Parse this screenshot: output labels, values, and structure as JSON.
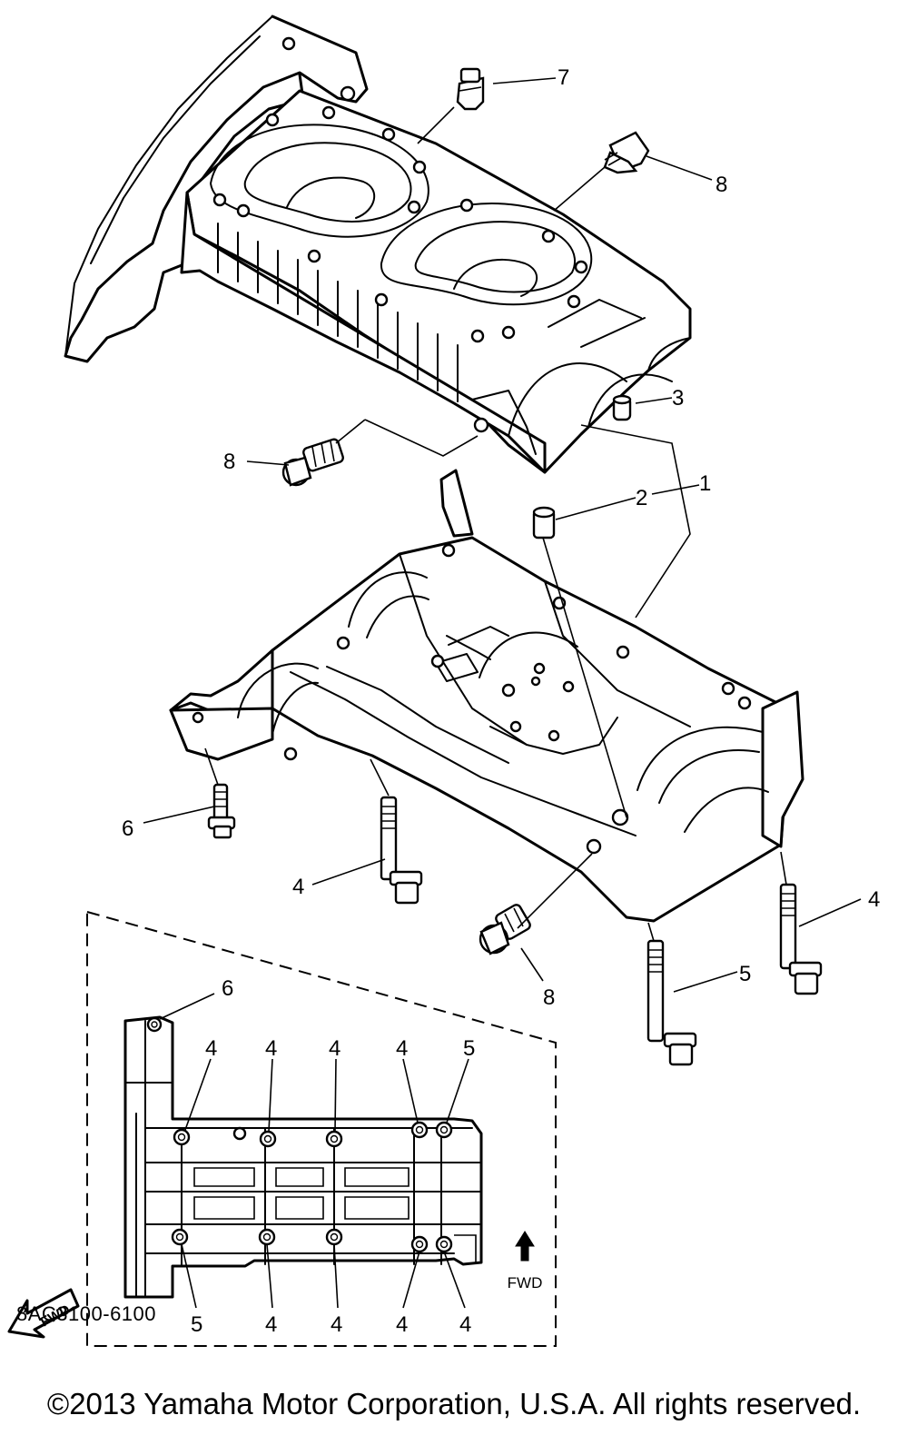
{
  "diagram_code": "8AC3100-6100",
  "copyright": "©2013 Yamaha Motor Corporation, U.S.A. All rights reserved.",
  "callouts": {
    "c1": "1",
    "c2": "2",
    "c3": "3",
    "c4_left": "4",
    "c4_right": "4",
    "c5": "5",
    "c6": "6",
    "c7": "7",
    "c8_top": "8",
    "c8_left": "8",
    "c8_bottom": "8"
  },
  "inset": {
    "fwd_label": "FWD",
    "labels": {
      "l6": "6",
      "t1": "4",
      "t2": "4",
      "t3": "4",
      "t4": "4",
      "t5": "5",
      "b1": "5",
      "b2": "4",
      "b3": "4",
      "b4": "4",
      "b5": "4"
    }
  },
  "corner_arrow_label": "FWD"
}
